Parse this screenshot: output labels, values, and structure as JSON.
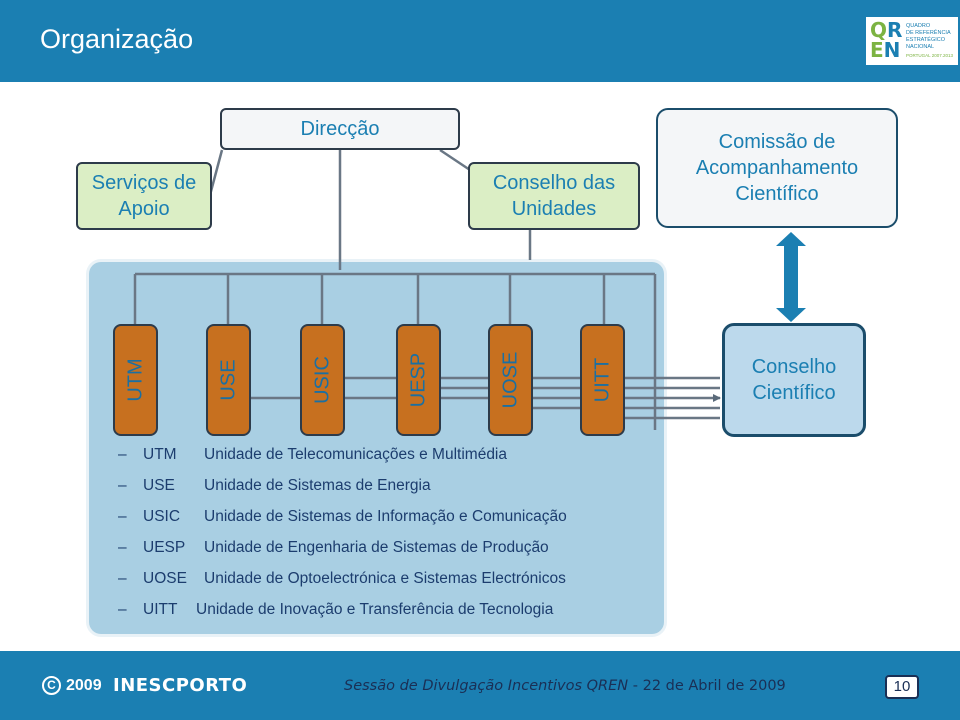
{
  "slide": {
    "title": "Organização",
    "logo": {
      "lines": [
        "QUADRO",
        "DE REFERÊNCIA",
        "ESTRATÉGICO",
        "NACIONAL"
      ],
      "years": "PORTUGAL 2007.2013"
    }
  },
  "org": {
    "direccao": "Direcção",
    "servicos": "Serviços de Apoio",
    "conselho_unidades": "Conselho das Unidades",
    "comissao": "Comissão de Acompanhamento Científico",
    "conselho_cientifico": "Conselho Científico",
    "units": [
      "UTM",
      "USE",
      "USIC",
      "UESP",
      "UOSE",
      "UITT"
    ]
  },
  "legend": [
    {
      "dash": "–",
      "abbr": "UTM",
      "desc": "Unidade de Telecomunicações e Multimédia"
    },
    {
      "dash": "–",
      "abbr": "USE",
      "desc": "Unidade de Sistemas de Energia"
    },
    {
      "dash": "–",
      "abbr": "USIC",
      "desc": "Unidade de Sistemas de Informação e Comunicação"
    },
    {
      "dash": "–",
      "abbr": "UESP",
      "desc": "Unidade de Engenharia de Sistemas de Produção"
    },
    {
      "dash": "–",
      "abbr": "UOSE",
      "desc": "Unidade de Optoelectrónica e Sistemas Electrónicos"
    },
    {
      "dash": "–",
      "abbr": "UITT",
      "desc": "Unidade de Inovação e Transferência de Tecnologia"
    }
  ],
  "footer": {
    "copyright_symbol": "C",
    "year": "2009",
    "brand_inesc": "INESC",
    "brand_porto": "PORTO",
    "session": "Sessão de Divulgação Incentivos QREN",
    "date": " - 22 de Abril de 2009",
    "page": "10"
  },
  "colors": {
    "header": "#1b7fb2",
    "unit_fill": "#c7701f",
    "panel": "#a9cfe3",
    "text_blue": "#1b7fb2",
    "legend_text": "#1c3d6e"
  }
}
